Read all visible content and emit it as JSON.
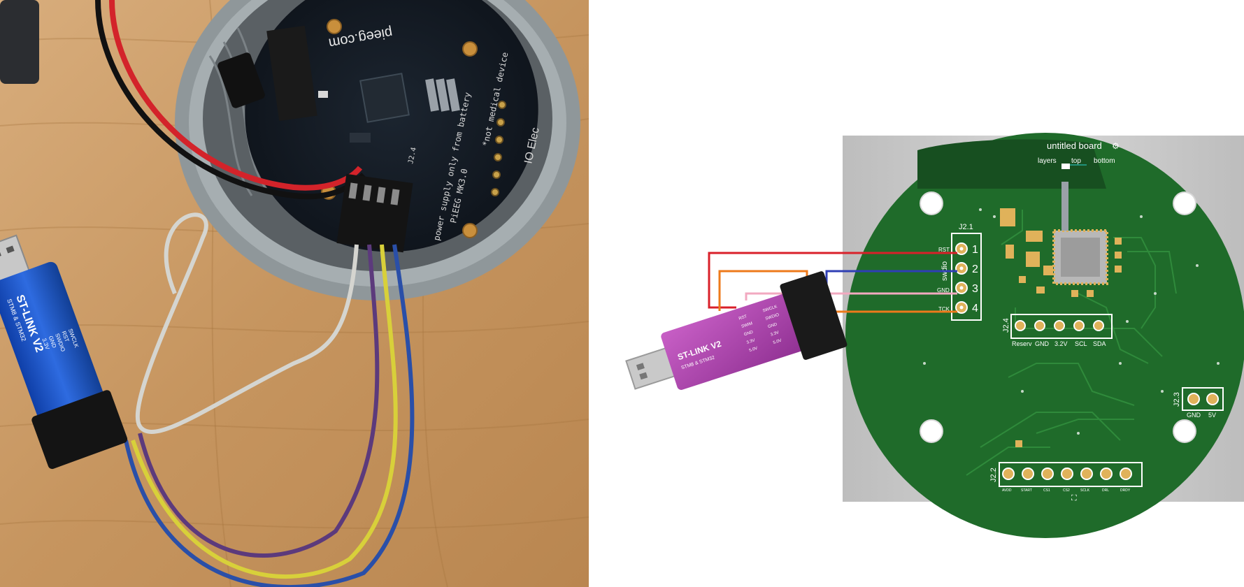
{
  "photo": {
    "pcb_url": "pieeg.com",
    "pcb_note_medical": "*not medical device",
    "pcb_note_supply": "power supply only from battery",
    "pcb_model": "PiEEG MK3.0",
    "pcb_connector_label": "J2.4",
    "pcb_side_text": "IO Elec",
    "stlink_brand": "ST-LINK V2",
    "stlink_sub": "STM8 & STM32",
    "stlink_pins": [
      "RST",
      "SWDIO",
      "GND",
      "SWCLK",
      "3.3V"
    ]
  },
  "stlink_adapter": {
    "brand": "ST-LINK V2",
    "sub": "STM8 & STM32",
    "pins_left": [
      "RST",
      "SWIM",
      "GND",
      "3.3V",
      "5.0V"
    ],
    "pins_right": [
      "SWCLK",
      "SWDIO",
      "GND",
      "3.3V",
      "5.0V"
    ]
  },
  "board": {
    "title": "untitled board",
    "settings_icon": "gear-icon",
    "view_layers": "layers",
    "view_top": "top",
    "view_bottom": "bottom",
    "j21": {
      "label": "J2.1",
      "pins": [
        "1",
        "2",
        "3",
        "4"
      ],
      "signals": [
        "RST",
        "swdio",
        "GND",
        "TCK"
      ]
    },
    "j24": {
      "label": "J2.4",
      "pins": [
        "Reserv",
        "GND",
        "3.2V",
        "SCL",
        "SDA"
      ]
    },
    "j23": {
      "label": "J2.3",
      "pins": [
        "GND",
        "5V"
      ]
    },
    "j22": {
      "label": "J2.2",
      "pins": [
        "AVDD",
        "START",
        "CS1",
        "CS2",
        "SCLK",
        "DRL",
        "DRDY"
      ]
    },
    "colors": {
      "board": "#1f6b2a",
      "background": "#c8c8c8",
      "pad": "#e0b25a",
      "silk": "#ffffff"
    }
  },
  "wires": {
    "rst": "#d9202a",
    "swdio": "#2f3fb5",
    "gnd": "#f2a9c0",
    "swclk": "#ee7a1b"
  }
}
